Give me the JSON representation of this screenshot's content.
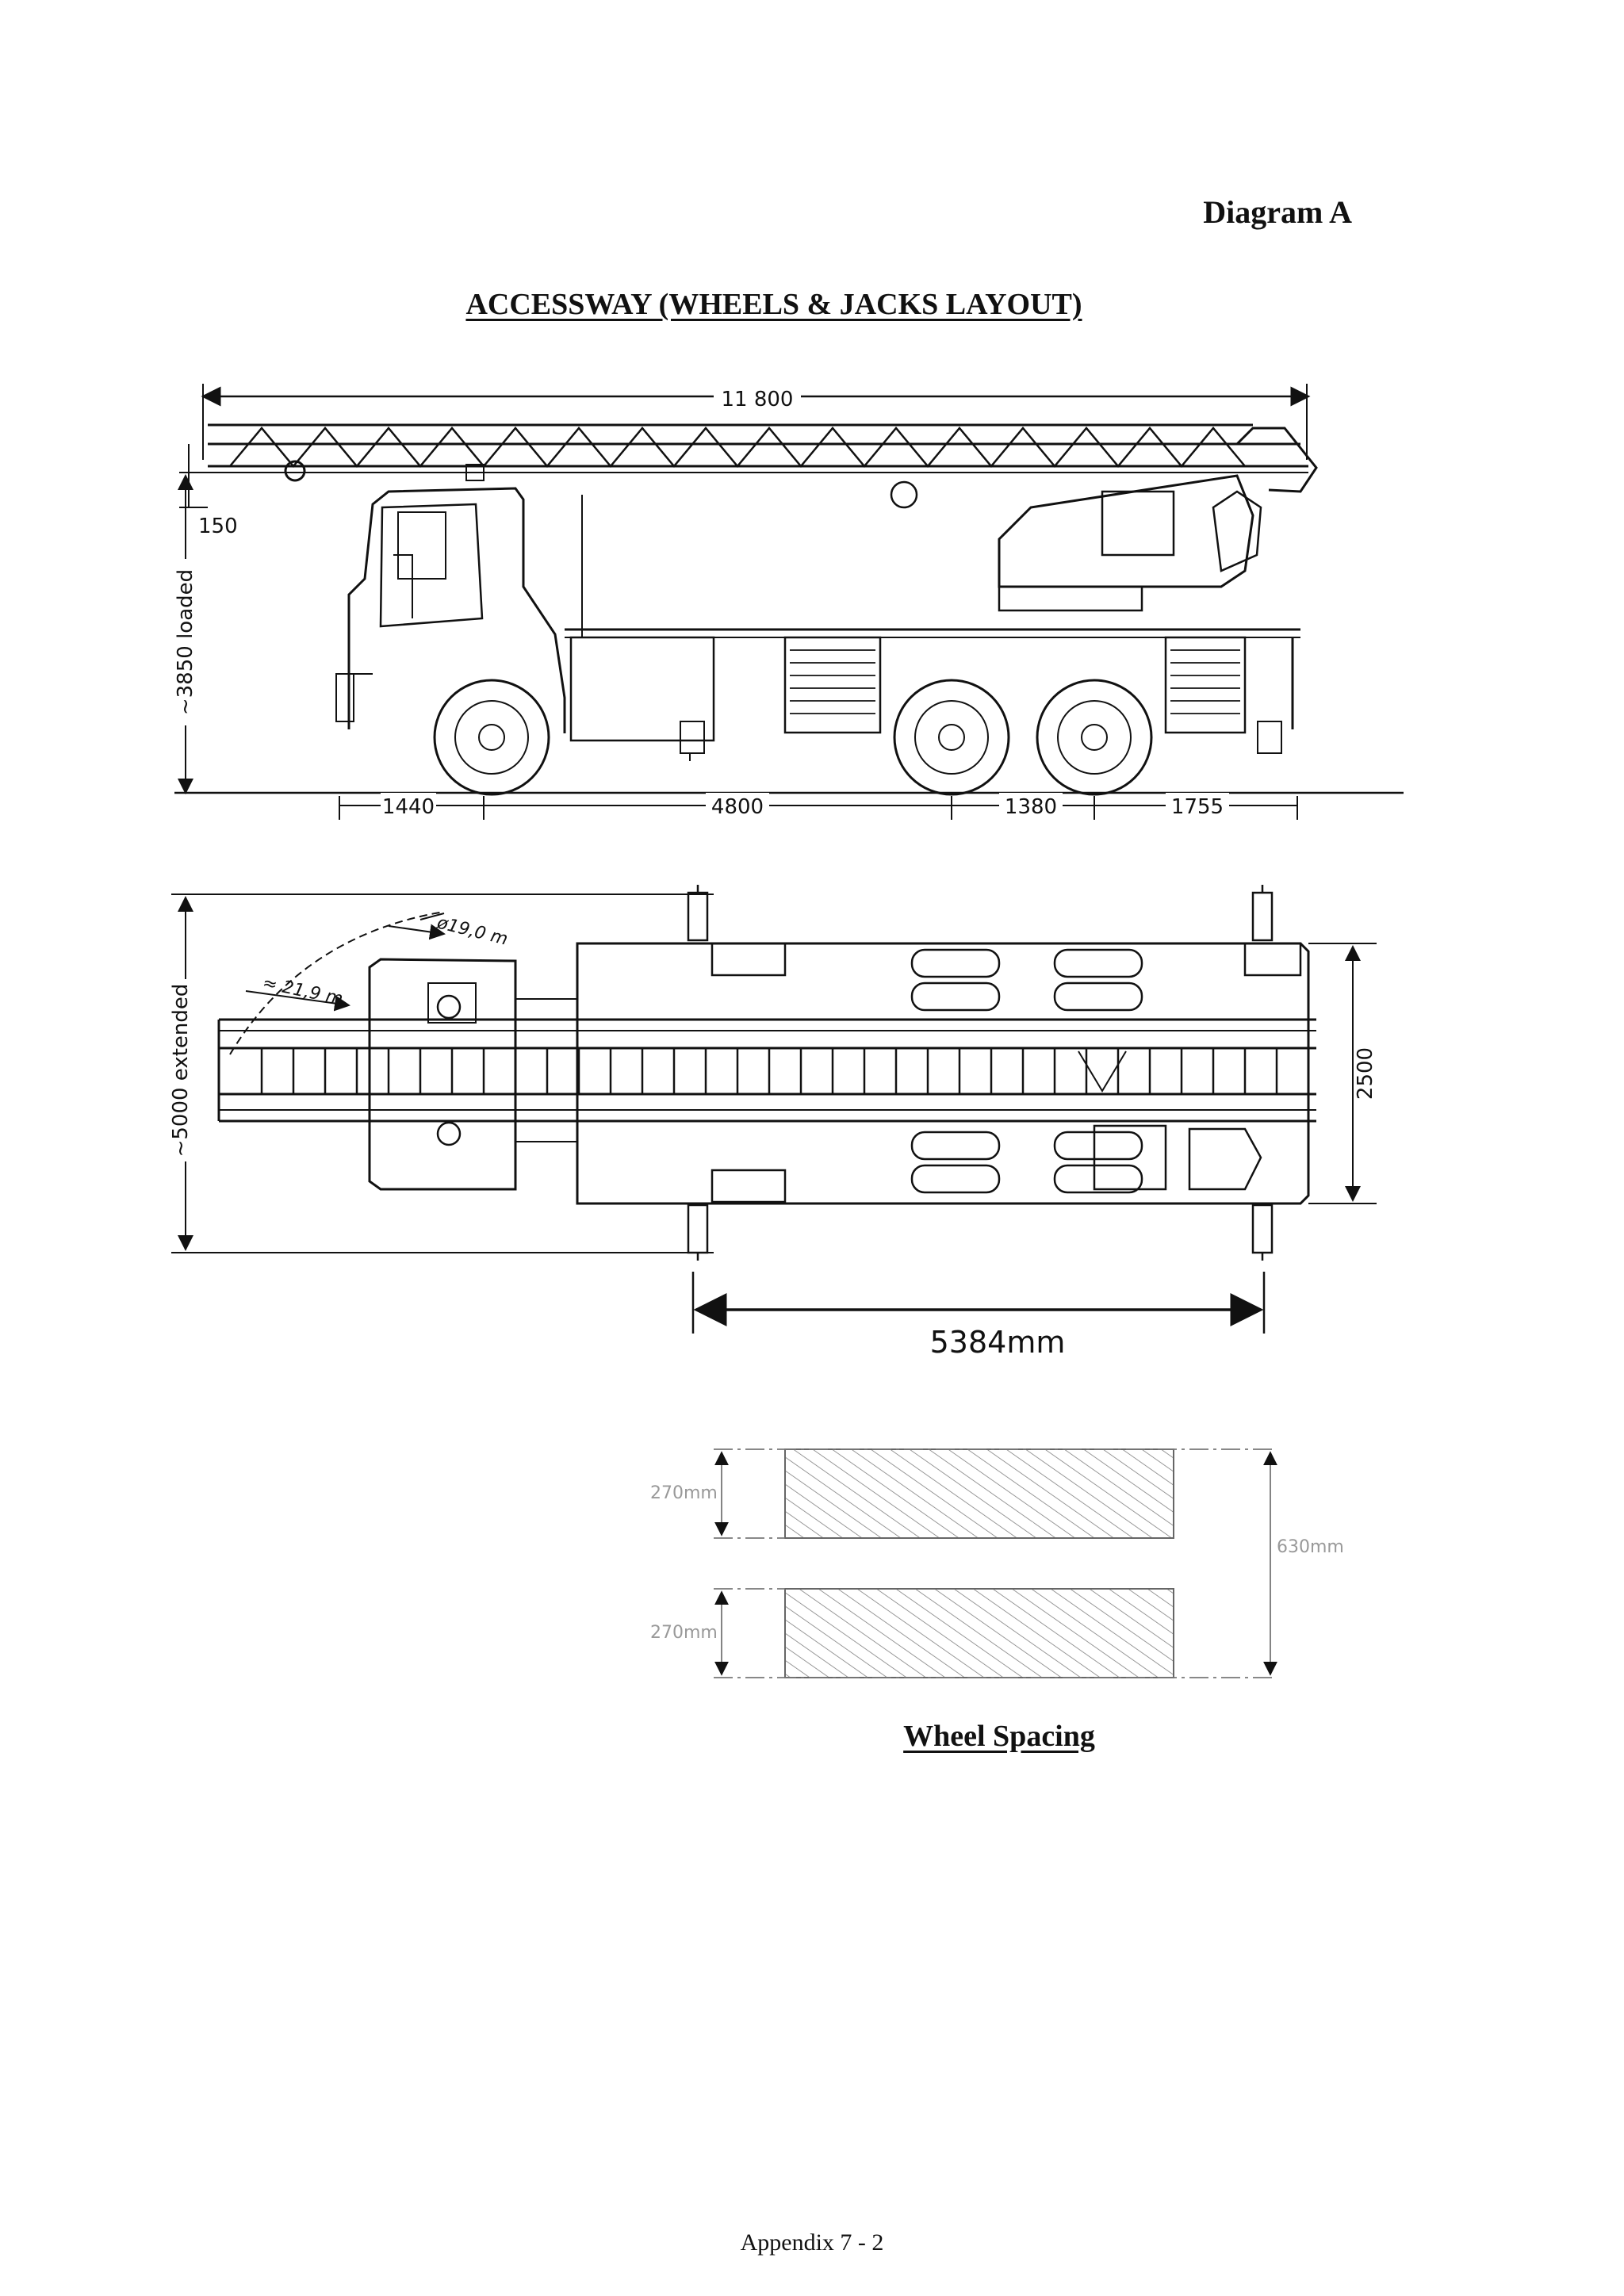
{
  "header": {
    "diagram_label": "Diagram A"
  },
  "title": "ACCESSWAY (WHEELS & JACKS LAYOUT)",
  "side_view": {
    "overall_length": "11 800",
    "ladder_offset": "150",
    "height_label": "~3850 loaded",
    "segments": [
      "1440",
      "4800",
      "1380",
      "1755"
    ]
  },
  "top_view": {
    "width_label": "~5000 extended",
    "radius_outer": "ø19,0 m",
    "radius_inner": "≈ 21,9 m",
    "body_width": "2500",
    "jack_span": "5384mm"
  },
  "wheel_spacing": {
    "title": "Wheel Spacing",
    "pad_top": "270mm",
    "pad_bottom": "270mm",
    "total": "630mm"
  },
  "footer": "Appendix 7 - 2"
}
